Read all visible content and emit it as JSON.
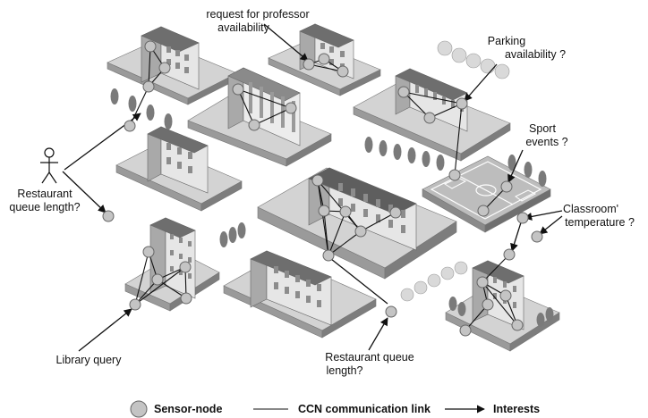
{
  "annotations": {
    "professor": [
      "request for professor",
      "availability"
    ],
    "parking": [
      "Parking",
      "availability ?"
    ],
    "sport": [
      "Sport",
      "events ?"
    ],
    "classroom": [
      "Classroom'",
      "temperature ?"
    ],
    "restaurant_left": [
      "Restaurant",
      "queue length?"
    ],
    "library": "Library query",
    "restaurant_bottom": [
      "Restaurant queue",
      "length?"
    ]
  },
  "legend": {
    "sensor": "Sensor-node",
    "link": "CCN communication link",
    "interest": "Interests"
  },
  "colors": {
    "node_fill": "#c4c4c4",
    "node_stroke": "#666666",
    "block_top": "#d3d3d3",
    "block_side": "#8e8e8e",
    "building_light": "#e6e6e6",
    "building_shade": "#a9a9a9",
    "roof": "#6e6e6e",
    "field": "#bdbdbd",
    "line": "#111111"
  },
  "icons": {
    "user": "person-icon",
    "node": "sensor-node-icon",
    "arrow": "arrow-icon"
  }
}
